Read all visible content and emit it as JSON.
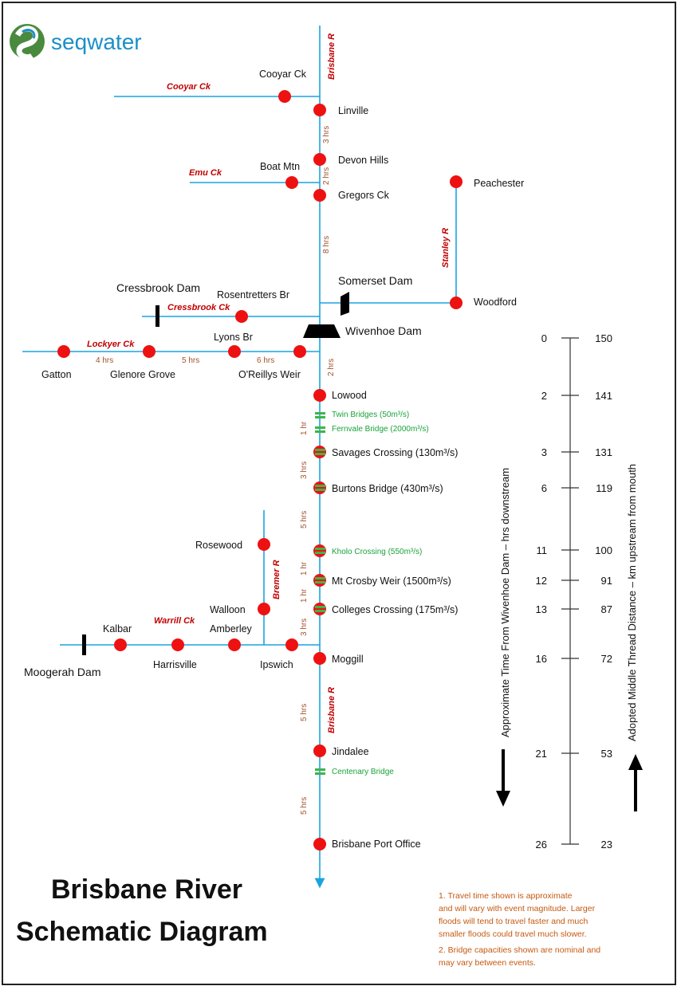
{
  "logo": {
    "text": "seqwater"
  },
  "title": {
    "line1": "Brisbane River",
    "line2": "Schematic Diagram"
  },
  "rivers": {
    "brisbane_top": "Brisbane R",
    "brisbane_lower": "Brisbane R",
    "cooyar": "Cooyar Ck",
    "emu": "Emu Ck",
    "stanley": "Stanley R",
    "cressbrook": "Cressbrook Ck",
    "lockyer": "Lockyer Ck",
    "bremer": "Bremer R",
    "warrill": "Warrill Ck"
  },
  "dams": {
    "somerset": "Somerset Dam",
    "wivenhoe": "Wivenhoe Dam",
    "cressbrook": "Cressbrook Dam",
    "moogerah": "Moogerah Dam"
  },
  "gauges": {
    "cooyar_ck": "Cooyar Ck",
    "linville": "Linville",
    "devon_hills": "Devon Hills",
    "boat_mtn": "Boat Mtn",
    "gregors_ck": "Gregors Ck",
    "peachester": "Peachester",
    "woodford": "Woodford",
    "rosentretters_br": "Rosentretters Br",
    "lyons_br": "Lyons Br",
    "gatton": "Gatton",
    "glenore_grove": "Glenore Grove",
    "oreillys_weir": "O'Reillys Weir",
    "lowood": "Lowood",
    "savages": "Savages Crossing (130m³/s)",
    "burtons": "Burtons Bridge (430m³/s)",
    "rosewood": "Rosewood",
    "mt_crosby": "Mt Crosby Weir (1500m³/s)",
    "colleges": "Colleges Crossing (175m³/s)",
    "walloon": "Walloon",
    "kalbar": "Kalbar",
    "amberley": "Amberley",
    "harrisville": "Harrisville",
    "ipswich": "Ipswich",
    "moggill": "Moggill",
    "jindalee": "Jindalee",
    "port_office": "Brisbane Port Office"
  },
  "bridges": {
    "twin": "Twin Bridges (50m³/s)",
    "fernvale": "Fernvale Bridge (2000m³/s)",
    "kholo": "Kholo Crossing (550m³/s)",
    "centenary": "Centenary Bridge"
  },
  "travel_times": {
    "linville_devon": "3 hrs",
    "devon_gregors": "2 hrs",
    "gregors_wivenhoe": "8 hrs",
    "gatton_glenore": "4 hrs",
    "glenore_lyons": "5 hrs",
    "lyons_oreillys": "6 hrs",
    "wivenhoe_lowood": "2 hrs",
    "lowood_savages": "1 hr",
    "savages_burtons": "3 hrs",
    "burtons_kholo": "5 hrs",
    "kholo_mtcrosby": "1 hr",
    "mtcrosby_colleges": "1 hr",
    "colleges_moggill": "3 hrs",
    "moggill_jindalee": "5 hrs",
    "jindalee_port": "5 hrs"
  },
  "scale": {
    "left_axis_label": "Approximate Time From Wivenhoe Dam – hrs downstream",
    "right_axis_label": "Adopted Middle Thread Distance – km upstream from mouth",
    "rows": [
      {
        "hrs": "0",
        "km": "150"
      },
      {
        "hrs": "2",
        "km": "141"
      },
      {
        "hrs": "3",
        "km": "131"
      },
      {
        "hrs": "6",
        "km": "119"
      },
      {
        "hrs": "11",
        "km": "100"
      },
      {
        "hrs": "12",
        "km": "91"
      },
      {
        "hrs": "13",
        "km": "87"
      },
      {
        "hrs": "16",
        "km": "72"
      },
      {
        "hrs": "21",
        "km": "53"
      },
      {
        "hrs": "26",
        "km": "23"
      }
    ]
  },
  "notes": {
    "line1": "1. Travel time shown is approximate",
    "line2": "and will vary  with event magnitude.  Larger",
    "line3": "floods will tend to travel faster and much",
    "line4": "smaller floods could travel much slower.",
    "line5": "2. Bridge capacities shown are nominal and",
    "line6": "may vary between events."
  },
  "colors": {
    "river": "#1aa3e0",
    "gauge": "#ee1111",
    "bridge": "#3cb54a",
    "river_label": "#c00000",
    "time": "#a0522d",
    "note": "#c55a11"
  }
}
